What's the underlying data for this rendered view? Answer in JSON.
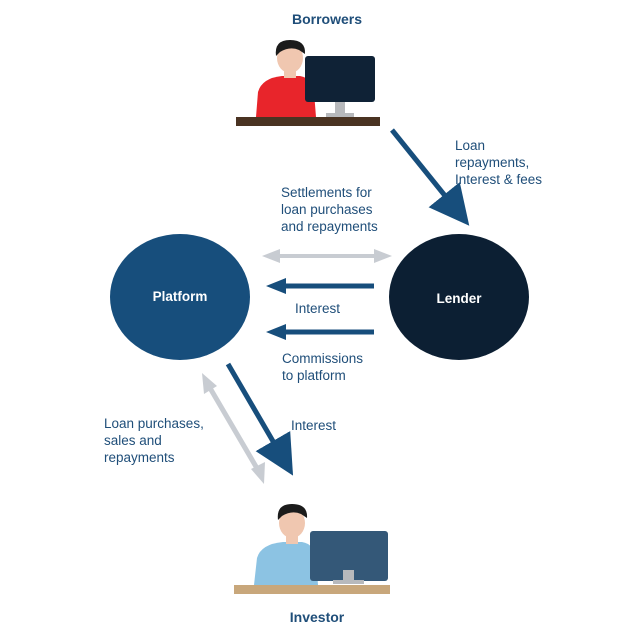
{
  "colors": {
    "text_blue": "#1f4e79",
    "platform_fill": "#174e7c",
    "lender_fill": "#0c1f33",
    "arrow_dark": "#174e7c",
    "arrow_light": "#c8ccd2",
    "borrower_shirt": "#e8252b",
    "investor_shirt": "#8cc3e3",
    "monitor_dark": "#0f2236",
    "monitor_investor": "#345878",
    "desk_dark": "#4a3322",
    "desk_light": "#c8a77b"
  },
  "roles": {
    "borrowers": {
      "title": "Borrowers",
      "icon": "person-at-computer-icon"
    },
    "investor": {
      "title": "Investor",
      "icon": "person-at-computer-icon"
    }
  },
  "nodes": {
    "platform": "Platform",
    "lender": "Lender"
  },
  "flows": {
    "loan_repayments": "Loan\nrepayments,\nInterest & fees",
    "settlements": "Settlements for\nloan purchases\nand repayments",
    "interest_lender": "Interest",
    "commissions": "Commissions\n to  platform",
    "interest_investor": "Interest",
    "loan_purchases": "Loan purchases,\nsales and\nrepayments"
  }
}
